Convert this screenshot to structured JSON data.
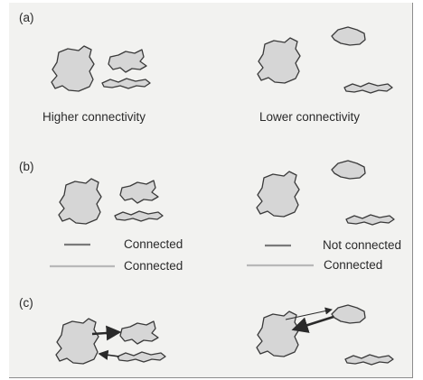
{
  "panels": {
    "a": {
      "label": "(a)",
      "left_caption": "Higher connectivity",
      "right_caption": "Lower connectivity"
    },
    "b": {
      "label": "(b)",
      "left_legend": [
        "Connected",
        "Connected"
      ],
      "right_legend": [
        "Not connected",
        "Connected"
      ]
    },
    "c": {
      "label": "(c)"
    }
  },
  "colors": {
    "background": "#f2f2f0",
    "patch_fill": "#d6d6d6",
    "patch_stroke": "#3a3a3a",
    "dark_line": "#7a7a7a",
    "light_line": "#b8b8b8",
    "arrow": "#2a2a2a"
  }
}
